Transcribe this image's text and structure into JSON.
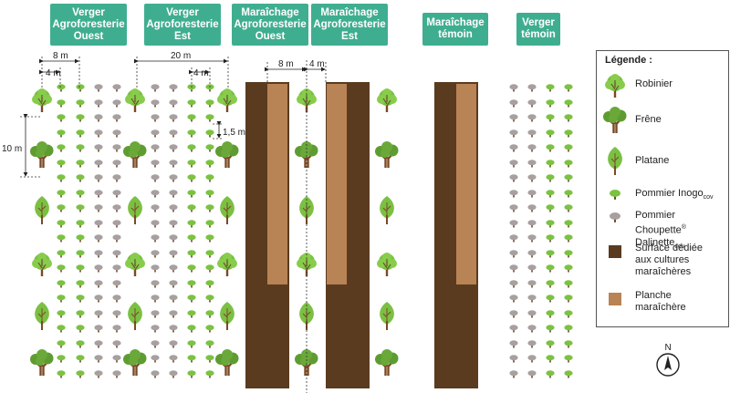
{
  "headers": [
    {
      "id": "verger-agro-ouest",
      "lines": [
        "Verger",
        "Agroforesterie",
        "Ouest"
      ]
    },
    {
      "id": "verger-agro-est",
      "lines": [
        "Verger",
        "Agroforesterie",
        "Est"
      ]
    },
    {
      "id": "maraichage-agro-ouest",
      "lines": [
        "Maraîchage",
        "Agroforesterie",
        "Ouest"
      ]
    },
    {
      "id": "maraichage-agro-est",
      "lines": [
        "Maraîchage",
        "Agroforesterie",
        "Est"
      ]
    },
    {
      "id": "maraichage-temoin",
      "lines": [
        "Maraîchage",
        "témoin"
      ]
    },
    {
      "id": "verger-temoin",
      "lines": [
        "Verger",
        "témoin"
      ]
    }
  ],
  "measurements": {
    "m8a": "8 m",
    "m4a": "4 m",
    "m20": "20 m",
    "m4b": "4 m",
    "m15": "1,5 m",
    "m10": "10 m",
    "m8b": "8 m",
    "m4c": "4 m"
  },
  "legend": {
    "title": "Légende :",
    "robinier": "Robinier",
    "frene": "Frêne",
    "platane": "Platane",
    "inogo_main": "Pommier Inogo",
    "inogo_sub": "cov",
    "chou_line1": "Pommier Choupette",
    "chou_sup": "®",
    "chou_line2": "Dalinette",
    "chou_sub": "cov",
    "surface_l1": "Surface dédiée",
    "surface_l2": "aux cultures",
    "surface_l3": "maraîchères",
    "planche_l1": "Planche",
    "planche_l2": "maraîchère"
  },
  "compass": "N",
  "colors": {
    "header": "#3fae90",
    "green_tree": "#7bc043",
    "dark_canopy": "#5e9c32",
    "brown_trunk": "#7a4a25",
    "soil": "#5a3b1f",
    "plank": "#b88355",
    "green_apple": "#7cc242",
    "grey_apple": "#a8a0a0"
  },
  "icons": [
    "robinier-icon",
    "frene-icon",
    "platane-icon",
    "pommier-inogo-icon",
    "pommier-choupette-icon",
    "compass-icon"
  ]
}
